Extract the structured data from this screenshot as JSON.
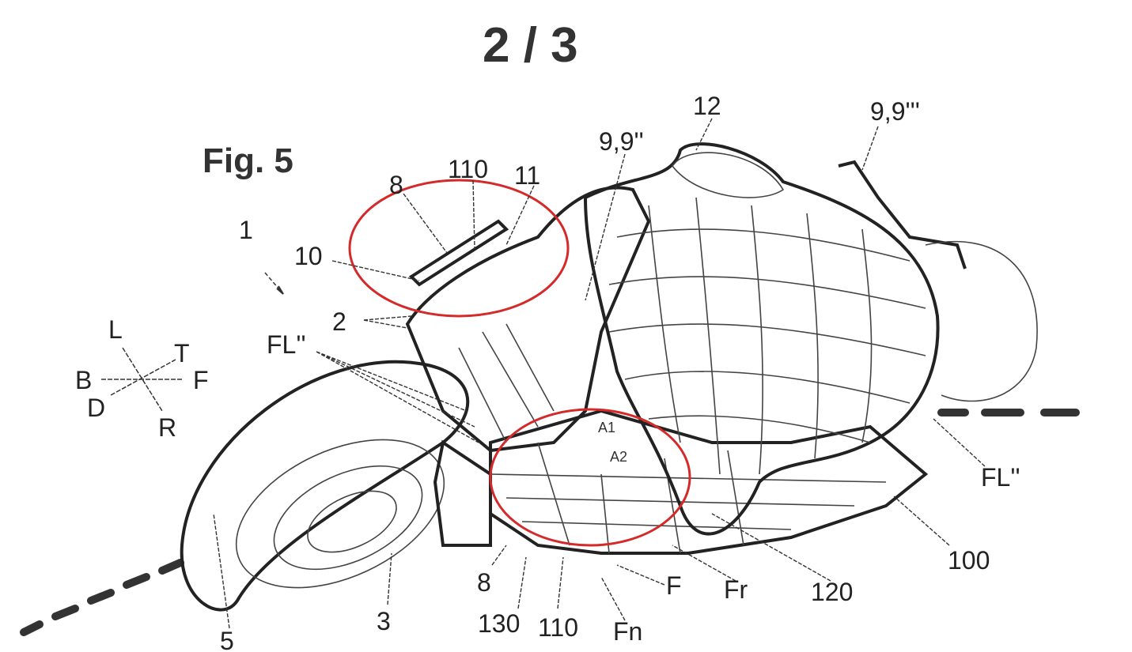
{
  "page_number": "2 / 3",
  "figure_title": "Fig. 5",
  "reference_labels": {
    "vehicle": "1",
    "lever": "10",
    "item8_top": "8",
    "item110_top": "110",
    "item11": "11",
    "item9_2": "9,9''",
    "rider": "12",
    "item9_3": "9,9'''",
    "item2": "2",
    "fl_left": "FL''",
    "fl_right": "FL''",
    "item100": "100",
    "item120": "120",
    "fr": "Fr",
    "f": "F",
    "fn": "Fn",
    "item110_bottom": "110",
    "item130": "130",
    "item8_bottom": "8",
    "item3": "3",
    "wheel5": "5",
    "a1": "A1",
    "a2": "A2"
  },
  "axes_legend": {
    "up": "L",
    "top": "T",
    "back": "B",
    "front": "F",
    "down": "D",
    "right": "R"
  },
  "colors": {
    "highlight": "#d42a2a",
    "ink": "#222222"
  }
}
